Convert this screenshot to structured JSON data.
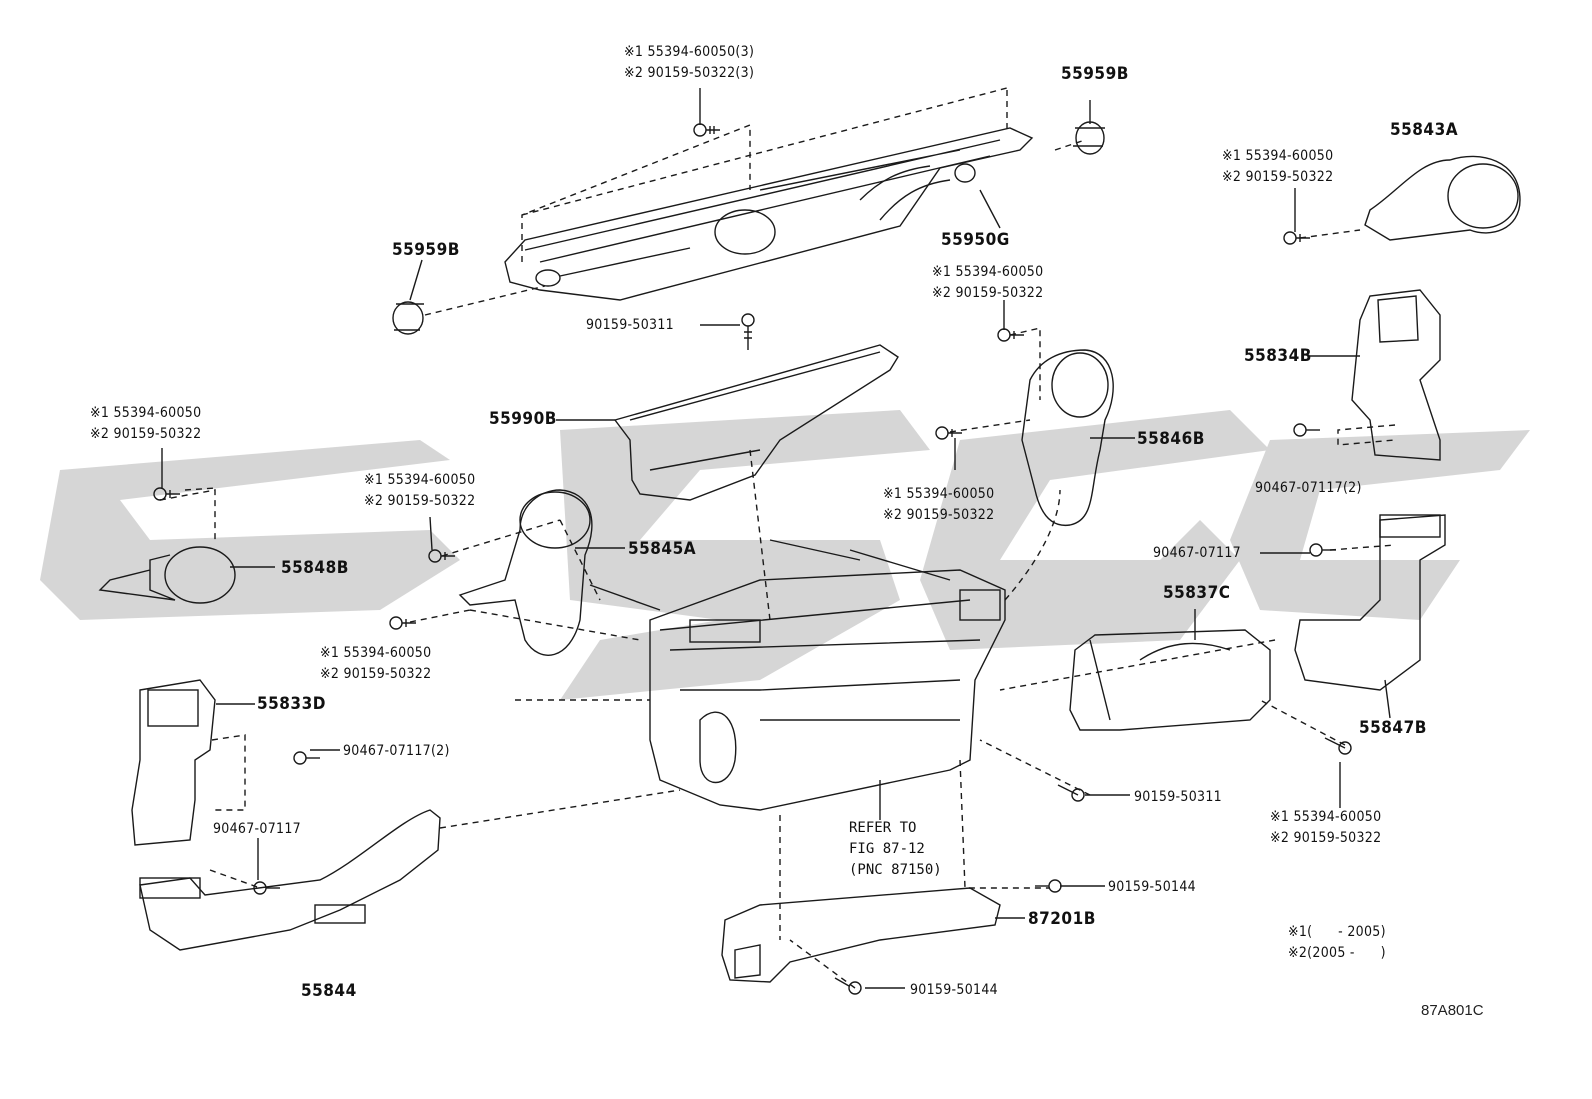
{
  "watermark": "SOC",
  "diagram_code": "87A801C",
  "legend": [
    "※1(      - 2005)",
    "※2(2005 -      )"
  ],
  "refer_note": [
    "REFER TO",
    "FIG 87-12",
    "(PNC 87150)"
  ],
  "parts": {
    "p55959B_top": "55959B",
    "p55959B_left": "55959B",
    "p55950G": "55950G",
    "p55843A": "55843A",
    "p55834B": "55834B",
    "p55846B": "55846B",
    "p55990B": "55990B",
    "p55845A": "55845A",
    "p55848B": "55848B",
    "p55833D": "55833D",
    "p55837C": "55837C",
    "p55847B": "55847B",
    "p55844": "55844",
    "p87201B": "87201B"
  },
  "fasteners": {
    "top_pair": [
      "※1 55394-60050(3)",
      "※2 90159-50322(3)"
    ],
    "right_top_pair": [
      "※1 55394-60050",
      "※2 90159-50322"
    ],
    "mid_pair": [
      "※1 55394-60050",
      "※2 90159-50322"
    ],
    "mid_left_pair": [
      "※1 55394-60050",
      "※2 90159-50322"
    ],
    "left_pair": [
      "※1 55394-60050",
      "※2 90159-50322"
    ],
    "center_pair": [
      "※1 55394-60050",
      "※2 90159-50322"
    ],
    "lower_left_pair": [
      "※1 55394-60050",
      "※2 90159-50322"
    ],
    "right_bottom_pair": [
      "※1 55394-60050",
      "※2 90159-50322"
    ],
    "screw_90159_50311_top": "90159-50311",
    "screw_90159_50311_bottom": "90159-50311",
    "clip_90467_07117_2_right": "90467-07117(2)",
    "clip_90467_07117_right": "90467-07117",
    "clip_90467_07117_2_left": "90467-07117(2)",
    "clip_90467_07117_left": "90467-07117",
    "screw_90159_50144_right": "90159-50144",
    "screw_90159_50144_bottom": "90159-50144"
  }
}
